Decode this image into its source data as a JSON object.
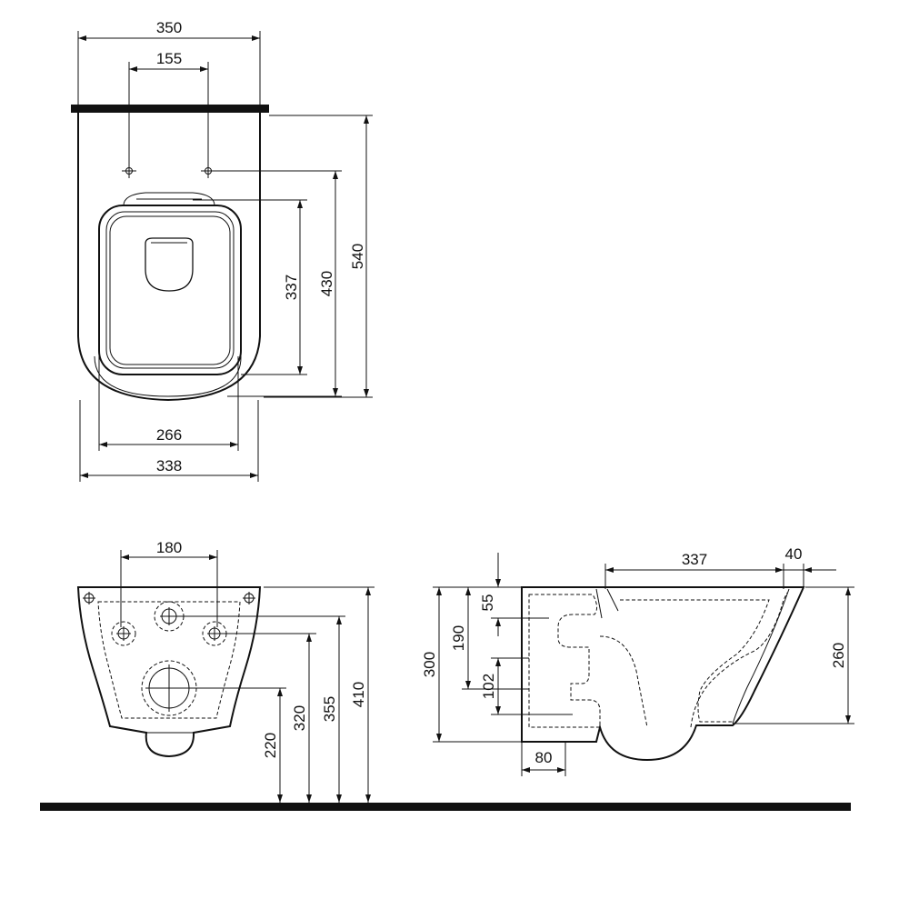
{
  "top_view": {
    "dimensions": {
      "overall_width": "350",
      "fixing_spacing": "155",
      "seat_length": "337",
      "bowl_length": "430",
      "overall_length": "540",
      "seat_width": "266",
      "body_width": "338"
    }
  },
  "front_view": {
    "dimensions": {
      "bolt_spacing": "180",
      "outlet_height": "220",
      "bolt_height": "320",
      "inlet_height": "355",
      "rim_height": "410"
    }
  },
  "side_view": {
    "dimensions": {
      "rim_to_wall": "337",
      "rim_overhang": "40",
      "top_offset": "55",
      "inlet_drop": "190",
      "total_height": "300",
      "outlet_diameter": "102",
      "front_height": "260",
      "wall_depth": "80"
    }
  },
  "colors": {
    "line": "#111111",
    "background": "#ffffff"
  }
}
